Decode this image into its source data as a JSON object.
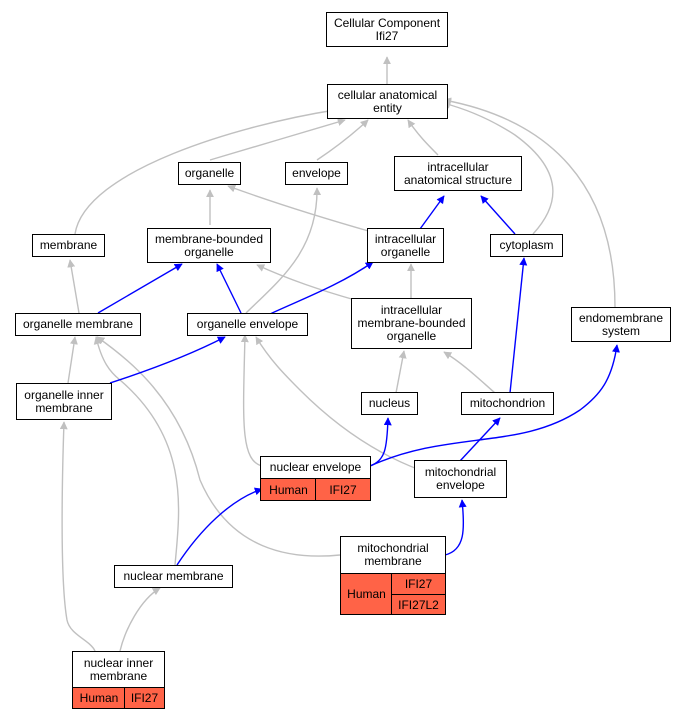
{
  "nodes": {
    "cellular_component": "Cellular Component\nIfi27",
    "cellular_anatomical_entity": "cellular anatomical\nentity",
    "organelle": "organelle",
    "envelope": "envelope",
    "intracellular_anatomical_structure": "intracellular\nanatomical structure",
    "membrane": "membrane",
    "membrane_bounded_organelle": "membrane-bounded\norganelle",
    "intracellular_organelle": "intracellular\norganelle",
    "cytoplasm": "cytoplasm",
    "organelle_membrane": "organelle membrane",
    "organelle_envelope": "organelle envelope",
    "intracellular_membrane_bounded_organelle": "intracellular\nmembrane-bounded\norganelle",
    "endomembrane_system": "endomembrane\nsystem",
    "organelle_inner_membrane": "organelle inner\nmembrane",
    "nucleus": "nucleus",
    "mitochondrion": "mitochondrion",
    "nuclear_envelope": "nuclear envelope",
    "mitochondrial_envelope": "mitochondrial\nenvelope",
    "mitochondrial_membrane": "mitochondrial\nmembrane",
    "nuclear_membrane": "nuclear membrane",
    "nuclear_inner_membrane": "nuclear inner\nmembrane"
  },
  "annotations": {
    "nuclear_envelope": {
      "species": "Human",
      "genes": [
        "IFI27"
      ]
    },
    "mitochondrial_membrane": {
      "species": "Human",
      "genes": [
        "IFI27",
        "IFI27L2"
      ]
    },
    "nuclear_inner_membrane": {
      "species": "Human",
      "genes": [
        "IFI27"
      ]
    }
  },
  "colors": {
    "is_a_edge": "#c0c0c0",
    "part_of_edge": "#0000ff",
    "annotation_fill": "#ff6347"
  }
}
